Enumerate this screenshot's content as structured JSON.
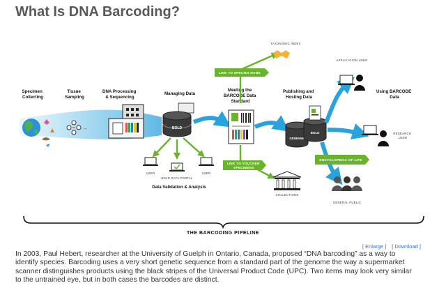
{
  "title": "What Is DNA Barcoding?",
  "diagram": {
    "stages": {
      "specimen": [
        "Specimen",
        "Collecting"
      ],
      "tissue": [
        "Tissue",
        "Sampling"
      ],
      "dna": [
        "DNA Processing",
        "& Sequencing"
      ],
      "managing": [
        "Managing Data"
      ],
      "meeting": [
        "Meeting the",
        "BARCODE Data",
        "Standard"
      ],
      "publishing": [
        "Publishing and",
        "Hosting Data"
      ],
      "using": [
        "Using BARCODE",
        "Data"
      ]
    },
    "tags": {
      "link_species": "LINK TO SPECIES NAME",
      "link_voucher": [
        "LINK TO VOUCHER",
        "SPECIMENS"
      ],
      "encyclopedia": "ENCYCLOPEDIA OF LIFE"
    },
    "small_labels": {
      "taxonomic": "TAXONOMIC INDEX",
      "application_user": "APPLICATION USER",
      "research_user": [
        "RESEARCH",
        "USER"
      ],
      "general_public": "GENERAL PUBLIC",
      "collections": "COLLECTIONS",
      "user_left": "USER",
      "user_right": "USER",
      "bold_portal": "BOLD DATA PORTAL",
      "bold": "BOLD",
      "genbank": "GENBANK"
    },
    "validation": "Data Validation & Analysis",
    "pipeline": "THE BARCODING PIPELINE"
  },
  "links": {
    "enlarge": "[ Enlarge ]",
    "download": "[ Download ]"
  },
  "description": "In 2003, Paul Hebert, researcher at the University of Guelph in Ontario, Canada, proposed “DNA barcoding” as a way to identify species. Barcoding uses a very short genetic sequence from a standard part of the genome the way a supermarket scanner distinguishes products using the black stripes of the Universal Product Code (UPC). Two items may look very similar to the untrained eye, but in both cases the barcodes are distinct.",
  "colors": {
    "arrow_blue": "#2aa3dc",
    "tag_green": "#6ab42d",
    "title_gray": "#5a5a5a",
    "link_blue": "#3a6fc0"
  }
}
